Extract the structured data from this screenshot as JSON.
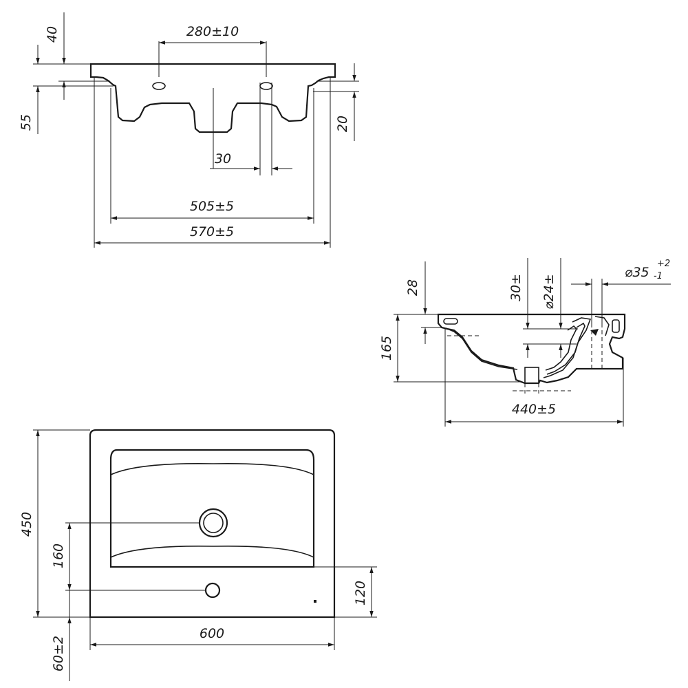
{
  "top_view": {
    "dim_hole_spacing": "280±10",
    "dim_rim_thickness": "40",
    "dim_depth_left": "55",
    "dim_depth_right": "20",
    "dim_offset": "30",
    "dim_inner_width": "505±5",
    "dim_outer_width": "570±5"
  },
  "side_view": {
    "dim_top_28": "28",
    "dim_height": "165",
    "dim_30": "30±",
    "dim_diam24": "⌀24±",
    "dim_diam35": "⌀35",
    "dim_diam35_tol_up": "+2",
    "dim_diam35_tol_down": "-1",
    "dim_depth": "440±5"
  },
  "plan_view": {
    "dim_total_depth": "450",
    "dim_drain_offset": "160",
    "dim_tap_offset": "120",
    "dim_width": "600",
    "dim_back_rim": "60±2"
  }
}
